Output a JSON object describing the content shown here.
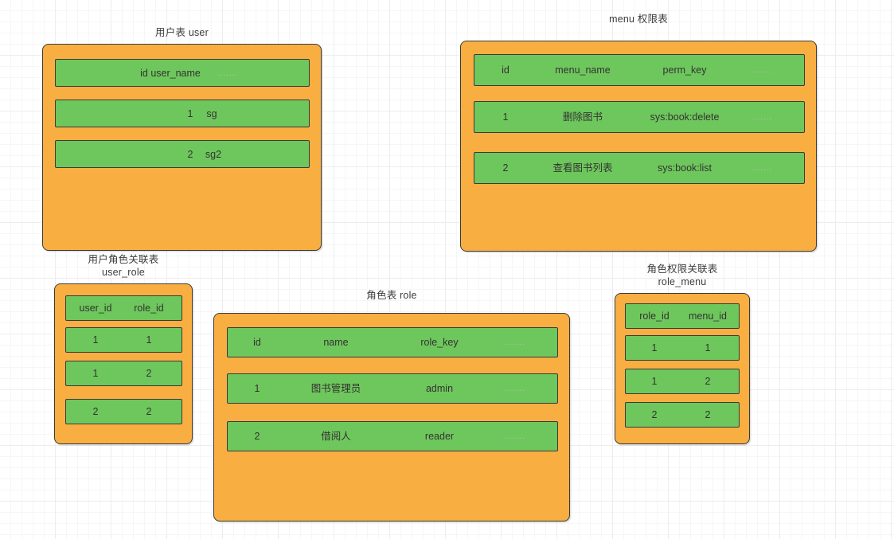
{
  "diagram": {
    "title_color": "#3c3c3c",
    "box_color": "#f9ae41",
    "row_color": "#6ec75c",
    "border_color": "#3a3a3a",
    "dots": "......."
  },
  "tables": {
    "user": {
      "title_line1": "用户表  user",
      "rows": [
        {
          "c1": "id user_name",
          "dots": "......."
        },
        {
          "c1": "1",
          "c2": "sg"
        },
        {
          "c1": "2",
          "c2": "sg2"
        }
      ]
    },
    "menu": {
      "title_line1": "menu 权限表",
      "rows": [
        {
          "c1": "id",
          "c2": "menu_name",
          "c3": "perm_key",
          "dots": "......."
        },
        {
          "c1": "1",
          "c2": "删除图书",
          "c3": "sys:book:delete",
          "dots": "......."
        },
        {
          "c1": "2",
          "c2": "查看图书列表",
          "c3": "sys:book:list",
          "dots": "......."
        }
      ]
    },
    "user_role": {
      "title_line1": "用户角色关联表",
      "title_line2": "user_role",
      "rows": [
        {
          "c1": "user_id",
          "c2": "role_id"
        },
        {
          "c1": "1",
          "c2": "1"
        },
        {
          "c1": "1",
          "c2": "2"
        },
        {
          "c1": "2",
          "c2": "2"
        }
      ]
    },
    "role": {
      "title_line1": "角色表  role",
      "rows": [
        {
          "c1": "id",
          "c2": "name",
          "c3": "role_key",
          "dots": "......."
        },
        {
          "c1": "1",
          "c2": "图书管理员",
          "c3": "admin",
          "dots": "......."
        },
        {
          "c1": "2",
          "c2": "借阅人",
          "c3": "reader",
          "dots": "......."
        }
      ]
    },
    "role_menu": {
      "title_line1": "角色权限关联表",
      "title_line2": "role_menu",
      "rows": [
        {
          "c1": "role_id",
          "c2": "menu_id"
        },
        {
          "c1": "1",
          "c2": "1"
        },
        {
          "c1": "1",
          "c2": "2"
        },
        {
          "c1": "2",
          "c2": "2"
        }
      ]
    }
  }
}
